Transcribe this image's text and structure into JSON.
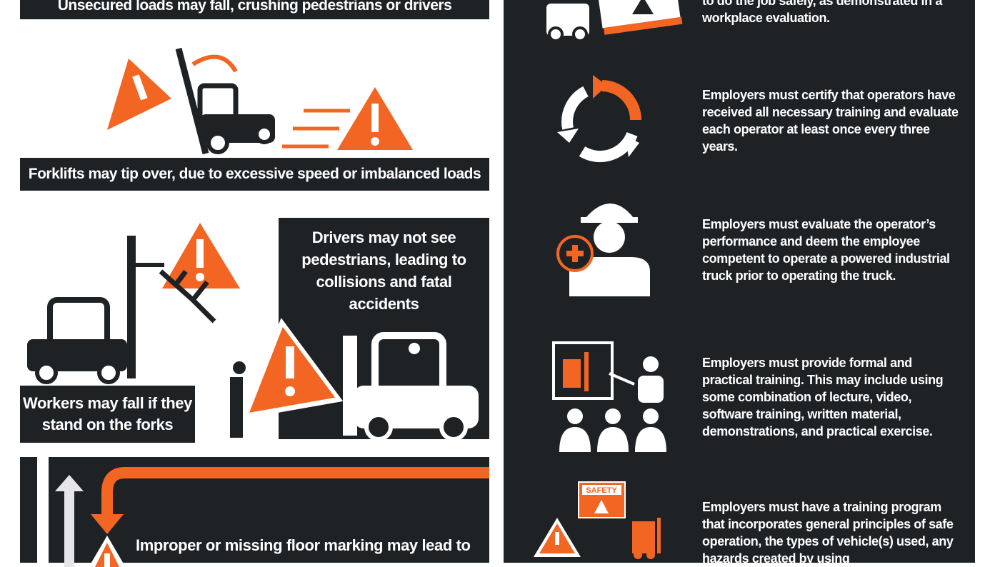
{
  "colors": {
    "accent": "#f26522",
    "panel": "#1f2225",
    "text": "#ffffff"
  },
  "left": {
    "banner_top": "Unsecured loads may fall, crushing pedestrians or drivers",
    "banner_tip": "Forklifts may tip over, due to excessive speed or imbalanced loads",
    "pedestrians": "Drivers may not see pedestrians, leading to collisions and fatal accidents",
    "forks": "Workers may fall if they stand on the forks",
    "floor": "Improper or missing floor marking may lead to"
  },
  "right": {
    "items": [
      {
        "icon": "forklift-warning-icon",
        "text": "to do the job safely, as demonstrated in a workplace evaluation."
      },
      {
        "icon": "cycle-arrows-icon",
        "text": "Employers must certify that operators have received all necessary training and evaluate each operator at least once every three years."
      },
      {
        "icon": "worker-hardhat-icon",
        "text": "Employers must evaluate the operator’s performance and deem the employee competent to operate a powered industrial truck prior to operating the truck."
      },
      {
        "icon": "classroom-training-icon",
        "text": "Employers must provide formal and practical training. This may include using some combination of lecture, video, software training, written material, demonstrations, and practical exercise."
      },
      {
        "icon": "safety-program-icon",
        "text": "Employers must have a training program that incorporates general principles of safe operation, the types of vehicle(s) used, any hazards created by using"
      }
    ],
    "safety_sign": "SAFETY"
  }
}
